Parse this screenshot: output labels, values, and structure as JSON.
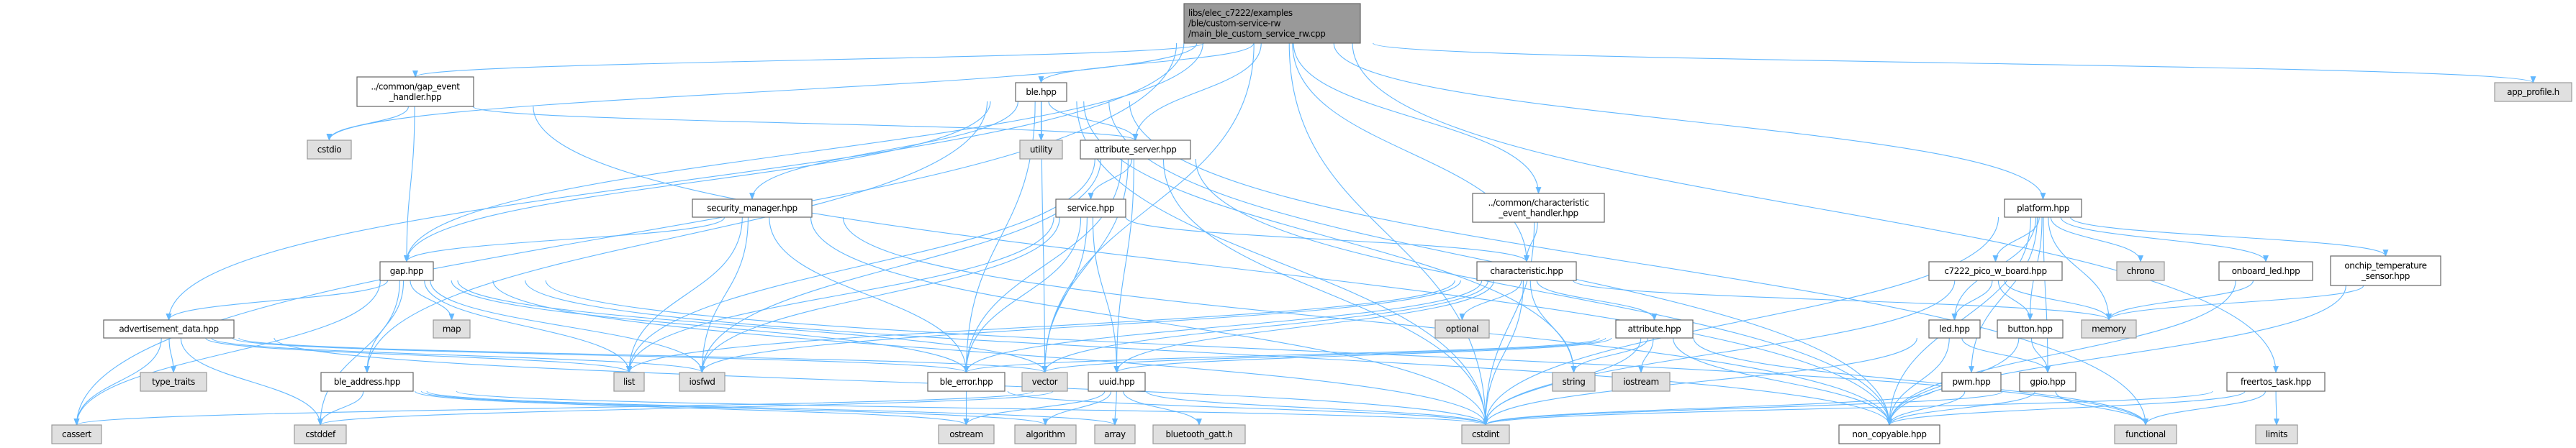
{
  "title": "libs/elec_c7222/examples/ble/custom-service-rw/main_ble_custom_service_rw.cpp",
  "colors": {
    "edge": "#63b8ff",
    "root_fill": "#999999",
    "system_fill": "#e0e0e0",
    "local_fill": "#ffffff"
  },
  "nodes": [
    {
      "id": "main",
      "kind": "root",
      "lines": [
        "libs/elec_c7222/examples",
        "/ble/custom-service-rw",
        "/main_ble_custom_service_rw.cpp"
      ]
    },
    {
      "id": "gap_event_handler",
      "kind": "local",
      "lines": [
        "../common/gap_event",
        "_handler.hpp"
      ]
    },
    {
      "id": "cstdio",
      "kind": "system",
      "lines": [
        "cstdio"
      ]
    },
    {
      "id": "security_manager",
      "kind": "local",
      "lines": [
        "security_manager.hpp"
      ]
    },
    {
      "id": "gap",
      "kind": "local",
      "lines": [
        "gap.hpp"
      ]
    },
    {
      "id": "map",
      "kind": "system",
      "lines": [
        "map"
      ]
    },
    {
      "id": "advertisement_data",
      "kind": "local",
      "lines": [
        "advertisement_data.hpp"
      ]
    },
    {
      "id": "type_traits",
      "kind": "system",
      "lines": [
        "type_traits"
      ]
    },
    {
      "id": "ble_address",
      "kind": "local",
      "lines": [
        "ble_address.hpp"
      ]
    },
    {
      "id": "list",
      "kind": "system",
      "lines": [
        "list"
      ]
    },
    {
      "id": "iosfwd",
      "kind": "system",
      "lines": [
        "iosfwd"
      ]
    },
    {
      "id": "cassert",
      "kind": "system",
      "lines": [
        "cassert"
      ]
    },
    {
      "id": "cstddef",
      "kind": "system",
      "lines": [
        "cstddef"
      ]
    },
    {
      "id": "ble",
      "kind": "local",
      "lines": [
        "ble.hpp"
      ]
    },
    {
      "id": "utility",
      "kind": "system",
      "lines": [
        "utility"
      ]
    },
    {
      "id": "attribute_server",
      "kind": "local",
      "lines": [
        "attribute_server.hpp"
      ]
    },
    {
      "id": "service",
      "kind": "local",
      "lines": [
        "service.hpp"
      ]
    },
    {
      "id": "char_event_handler",
      "kind": "local",
      "lines": [
        "../common/characteristic",
        "_event_handler.hpp"
      ]
    },
    {
      "id": "characteristic",
      "kind": "local",
      "lines": [
        "characteristic.hpp"
      ]
    },
    {
      "id": "optional",
      "kind": "system",
      "lines": [
        "optional"
      ]
    },
    {
      "id": "attribute",
      "kind": "local",
      "lines": [
        "attribute.hpp"
      ]
    },
    {
      "id": "ble_error",
      "kind": "local",
      "lines": [
        "ble_error.hpp"
      ]
    },
    {
      "id": "vector",
      "kind": "system",
      "lines": [
        "vector"
      ]
    },
    {
      "id": "uuid",
      "kind": "local",
      "lines": [
        "uuid.hpp"
      ]
    },
    {
      "id": "string",
      "kind": "system",
      "lines": [
        "string"
      ]
    },
    {
      "id": "iostream",
      "kind": "system",
      "lines": [
        "iostream"
      ]
    },
    {
      "id": "ostream",
      "kind": "system",
      "lines": [
        "ostream"
      ]
    },
    {
      "id": "algorithm",
      "kind": "system",
      "lines": [
        "algorithm"
      ]
    },
    {
      "id": "array",
      "kind": "system",
      "lines": [
        "array"
      ]
    },
    {
      "id": "bluetooth_gatt",
      "kind": "system",
      "lines": [
        "bluetooth_gatt.h"
      ]
    },
    {
      "id": "cstdint",
      "kind": "system",
      "lines": [
        "cstdint"
      ]
    },
    {
      "id": "app_profile",
      "kind": "system",
      "lines": [
        "app_profile.h"
      ]
    },
    {
      "id": "platform",
      "kind": "local",
      "lines": [
        "platform.hpp"
      ]
    },
    {
      "id": "c7222_pico",
      "kind": "local",
      "lines": [
        "c7222_pico_w_board.hpp"
      ]
    },
    {
      "id": "chrono",
      "kind": "system",
      "lines": [
        "chrono"
      ]
    },
    {
      "id": "onboard_led",
      "kind": "local",
      "lines": [
        "onboard_led.hpp"
      ]
    },
    {
      "id": "onchip_temp",
      "kind": "local",
      "lines": [
        "onchip_temperature",
        "_sensor.hpp"
      ]
    },
    {
      "id": "led",
      "kind": "local",
      "lines": [
        "led.hpp"
      ]
    },
    {
      "id": "button",
      "kind": "local",
      "lines": [
        "button.hpp"
      ]
    },
    {
      "id": "memory",
      "kind": "system",
      "lines": [
        "memory"
      ]
    },
    {
      "id": "pwm",
      "kind": "local",
      "lines": [
        "pwm.hpp"
      ]
    },
    {
      "id": "gpio",
      "kind": "local",
      "lines": [
        "gpio.hpp"
      ]
    },
    {
      "id": "freertos_task",
      "kind": "local",
      "lines": [
        "freertos_task.hpp"
      ]
    },
    {
      "id": "non_copyable",
      "kind": "local",
      "lines": [
        "non_copyable.hpp"
      ]
    },
    {
      "id": "functional",
      "kind": "system",
      "lines": [
        "functional"
      ]
    },
    {
      "id": "limits",
      "kind": "system",
      "lines": [
        "limits"
      ]
    }
  ],
  "edges": [
    [
      "main",
      "gap_event_handler"
    ],
    [
      "main",
      "cstdio"
    ],
    [
      "main",
      "gap"
    ],
    [
      "main",
      "advertisement_data"
    ],
    [
      "main",
      "cassert"
    ],
    [
      "main",
      "ble"
    ],
    [
      "main",
      "attribute_server"
    ],
    [
      "main",
      "vector"
    ],
    [
      "main",
      "char_event_handler"
    ],
    [
      "main",
      "characteristic"
    ],
    [
      "main",
      "cstdint"
    ],
    [
      "main",
      "platform"
    ],
    [
      "main",
      "freertos_task"
    ],
    [
      "main",
      "app_profile"
    ],
    [
      "gap_event_handler",
      "cstdio"
    ],
    [
      "gap_event_handler",
      "gap"
    ],
    [
      "gap_event_handler",
      "attribute_server"
    ],
    [
      "gap_event_handler",
      "non_copyable"
    ],
    [
      "ble",
      "utility"
    ],
    [
      "ble",
      "attribute_server"
    ],
    [
      "ble",
      "security_manager"
    ],
    [
      "ble",
      "gap"
    ],
    [
      "ble",
      "ble_address"
    ],
    [
      "ble",
      "ble_error"
    ],
    [
      "ble",
      "vector"
    ],
    [
      "ble",
      "cstdint"
    ],
    [
      "ble",
      "string"
    ],
    [
      "ble",
      "non_copyable"
    ],
    [
      "ble",
      "functional"
    ],
    [
      "attribute_server",
      "service"
    ],
    [
      "attribute_server",
      "uuid"
    ],
    [
      "attribute_server",
      "ble_error"
    ],
    [
      "attribute_server",
      "vector"
    ],
    [
      "attribute_server",
      "list"
    ],
    [
      "attribute_server",
      "cstdint"
    ],
    [
      "attribute_server",
      "non_copyable"
    ],
    [
      "attribute_server",
      "iosfwd"
    ],
    [
      "service",
      "characteristic"
    ],
    [
      "service",
      "vector"
    ],
    [
      "service",
      "uuid"
    ],
    [
      "service",
      "list"
    ],
    [
      "service",
      "iosfwd"
    ],
    [
      "service",
      "ble_error"
    ],
    [
      "security_manager",
      "gap"
    ],
    [
      "security_manager",
      "list"
    ],
    [
      "security_manager",
      "iosfwd"
    ],
    [
      "security_manager",
      "ble_error"
    ],
    [
      "security_manager",
      "cstdint"
    ],
    [
      "security_manager",
      "non_copyable"
    ],
    [
      "gap",
      "advertisement_data"
    ],
    [
      "gap",
      "map"
    ],
    [
      "gap",
      "ble_address"
    ],
    [
      "gap",
      "list"
    ],
    [
      "gap",
      "iosfwd"
    ],
    [
      "gap",
      "cassert"
    ],
    [
      "gap",
      "cstddef"
    ],
    [
      "gap",
      "ble_error"
    ],
    [
      "gap",
      "vector"
    ],
    [
      "gap",
      "cstdint"
    ],
    [
      "gap",
      "functional"
    ],
    [
      "gap",
      "non_copyable"
    ],
    [
      "advertisement_data",
      "type_traits"
    ],
    [
      "advertisement_data",
      "cassert"
    ],
    [
      "advertisement_data",
      "cstddef"
    ],
    [
      "advertisement_data",
      "list"
    ],
    [
      "advertisement_data",
      "iosfwd"
    ],
    [
      "advertisement_data",
      "vector"
    ],
    [
      "advertisement_data",
      "cstdint"
    ],
    [
      "advertisement_data",
      "ble_error"
    ],
    [
      "ble_address",
      "cstddef"
    ],
    [
      "ble_address",
      "cstdint"
    ],
    [
      "ble_address",
      "array"
    ],
    [
      "ble_address",
      "ostream"
    ],
    [
      "ble_address",
      "algorithm"
    ],
    [
      "char_event_handler",
      "characteristic"
    ],
    [
      "char_event_handler",
      "cstdint"
    ],
    [
      "characteristic",
      "optional"
    ],
    [
      "characteristic",
      "attribute"
    ],
    [
      "characteristic",
      "ble_error"
    ],
    [
      "characteristic",
      "vector"
    ],
    [
      "characteristic",
      "uuid"
    ],
    [
      "characteristic",
      "list"
    ],
    [
      "characteristic",
      "string"
    ],
    [
      "characteristic",
      "memory"
    ],
    [
      "characteristic",
      "cstdint"
    ],
    [
      "characteristic",
      "iosfwd"
    ],
    [
      "attribute",
      "string"
    ],
    [
      "attribute",
      "iostream"
    ],
    [
      "attribute",
      "uuid"
    ],
    [
      "attribute",
      "ble_error"
    ],
    [
      "attribute",
      "vector"
    ],
    [
      "attribute",
      "non_copyable"
    ],
    [
      "attribute",
      "functional"
    ],
    [
      "attribute",
      "cstdint"
    ],
    [
      "ble_error",
      "ostream"
    ],
    [
      "ble_error",
      "cstdint"
    ],
    [
      "uuid",
      "ostream"
    ],
    [
      "uuid",
      "algorithm"
    ],
    [
      "uuid",
      "array"
    ],
    [
      "uuid",
      "bluetooth_gatt"
    ],
    [
      "uuid",
      "cstdint"
    ],
    [
      "uuid",
      "cassert"
    ],
    [
      "uuid",
      "cstddef"
    ],
    [
      "platform",
      "c7222_pico"
    ],
    [
      "platform",
      "chrono"
    ],
    [
      "platform",
      "onboard_led"
    ],
    [
      "platform",
      "onchip_temp"
    ],
    [
      "platform",
      "memory"
    ],
    [
      "platform",
      "led"
    ],
    [
      "platform",
      "button"
    ],
    [
      "platform",
      "pwm"
    ],
    [
      "platform",
      "gpio"
    ],
    [
      "platform",
      "cstdint"
    ],
    [
      "platform",
      "non_copyable"
    ],
    [
      "c7222_pico",
      "led"
    ],
    [
      "c7222_pico",
      "button"
    ],
    [
      "c7222_pico",
      "memory"
    ],
    [
      "c7222_pico",
      "cstdint"
    ],
    [
      "onboard_led",
      "memory"
    ],
    [
      "onboard_led",
      "non_copyable"
    ],
    [
      "onchip_temp",
      "memory"
    ],
    [
      "onchip_temp",
      "non_copyable"
    ],
    [
      "led",
      "gpio"
    ],
    [
      "led",
      "cstdint"
    ],
    [
      "led",
      "non_copyable"
    ],
    [
      "button",
      "gpio"
    ],
    [
      "button",
      "non_copyable"
    ],
    [
      "pwm",
      "cstdint"
    ],
    [
      "pwm",
      "non_copyable"
    ],
    [
      "gpio",
      "functional"
    ],
    [
      "gpio",
      "cstdint"
    ],
    [
      "gpio",
      "non_copyable"
    ],
    [
      "freertos_task",
      "functional"
    ],
    [
      "freertos_task",
      "limits"
    ],
    [
      "freertos_task",
      "non_copyable"
    ],
    [
      "freertos_task",
      "cstdint"
    ]
  ]
}
